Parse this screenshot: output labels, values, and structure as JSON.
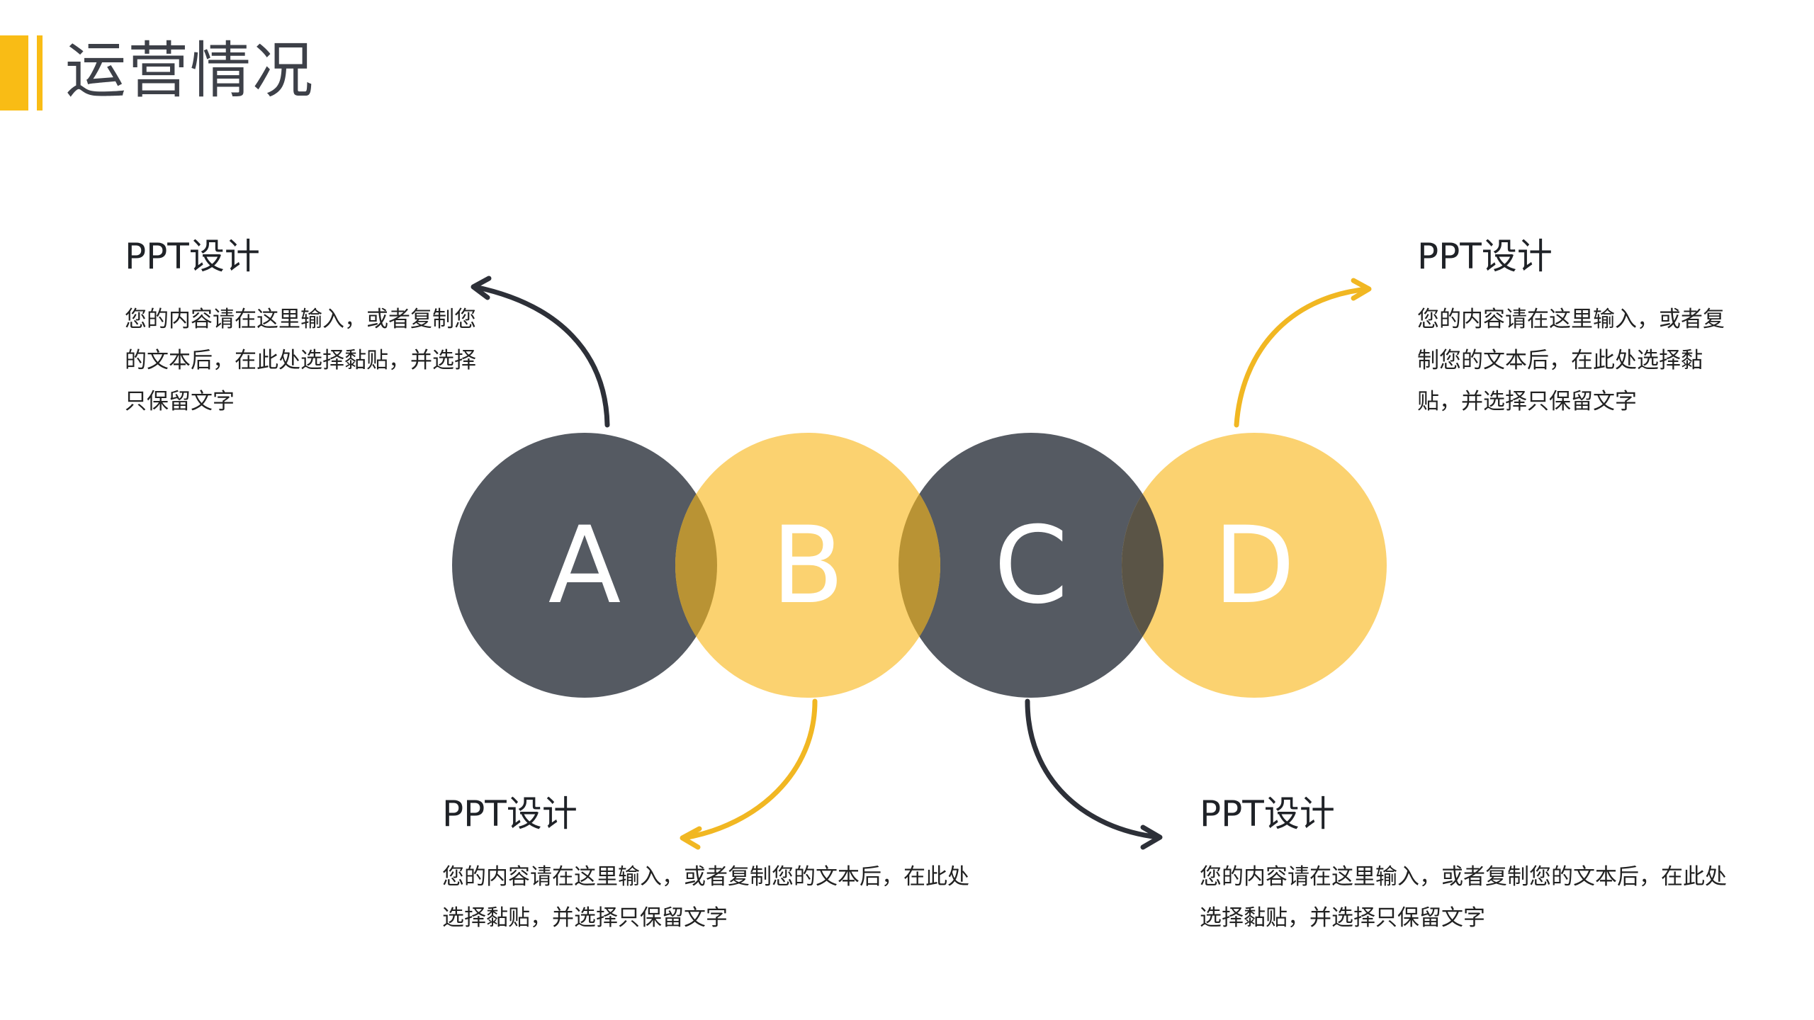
{
  "header": {
    "title": "运营情况"
  },
  "colors": {
    "accent": "#f9bc15",
    "dark": "#3d4048",
    "circle_dark": "#555a62",
    "circle_yellow": "#fbd270",
    "overlap": "#b99334",
    "arrow_dark": "#2d3038",
    "arrow_yellow": "#f1b722"
  },
  "circles": [
    {
      "letter": "A",
      "color": "dark"
    },
    {
      "letter": "B",
      "color": "yellow"
    },
    {
      "letter": "C",
      "color": "dark"
    },
    {
      "letter": "D",
      "color": "yellow"
    }
  ],
  "blocks": {
    "a": {
      "title": "PPT设计",
      "text": "您的内容请在这里输入，或者复制您的文本后，在此处选择黏贴，并选择只保留文字"
    },
    "b": {
      "title": "PPT设计",
      "text": "您的内容请在这里输入，或者复制您的文本后，在此处选择黏贴，并选择只保留文字"
    },
    "c": {
      "title": "PPT设计",
      "text": "您的内容请在这里输入，或者复制您的文本后，在此处选择黏贴，并选择只保留文字"
    },
    "d": {
      "title": "PPT设计",
      "text": "您的内容请在这里输入，或者复制您的文本后，在此处选择黏贴，并选择只保留文字"
    }
  }
}
